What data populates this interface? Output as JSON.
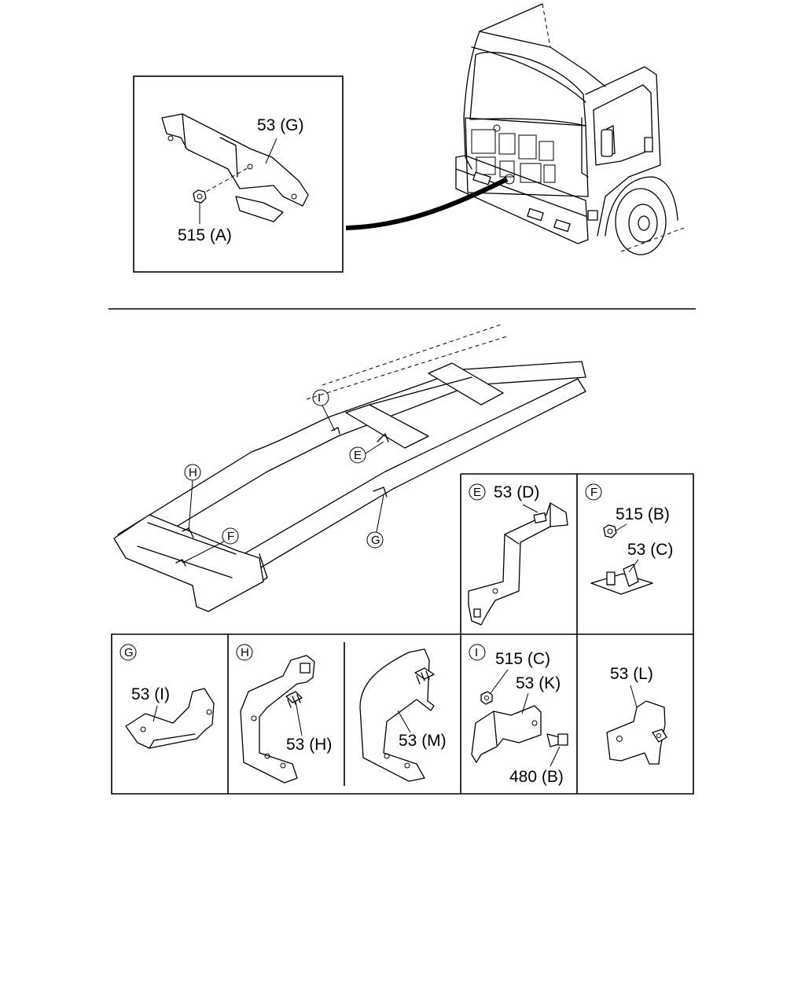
{
  "callouts": {
    "p53G": "53 (G)",
    "p515A": "515 (A)",
    "p53D": "53 (D)",
    "p515B": "515 (B)",
    "p53C": "53 (C)",
    "p53I": "53 (I)",
    "p53H": "53 (H)",
    "p53M": "53 (M)",
    "p515C": "515 (C)",
    "p53K": "53 (K)",
    "p480B": "480 (B)",
    "p53L": "53 (L)"
  },
  "view_markers": {
    "E": "E",
    "F": "F",
    "G": "G",
    "H": "H",
    "I": "I"
  }
}
